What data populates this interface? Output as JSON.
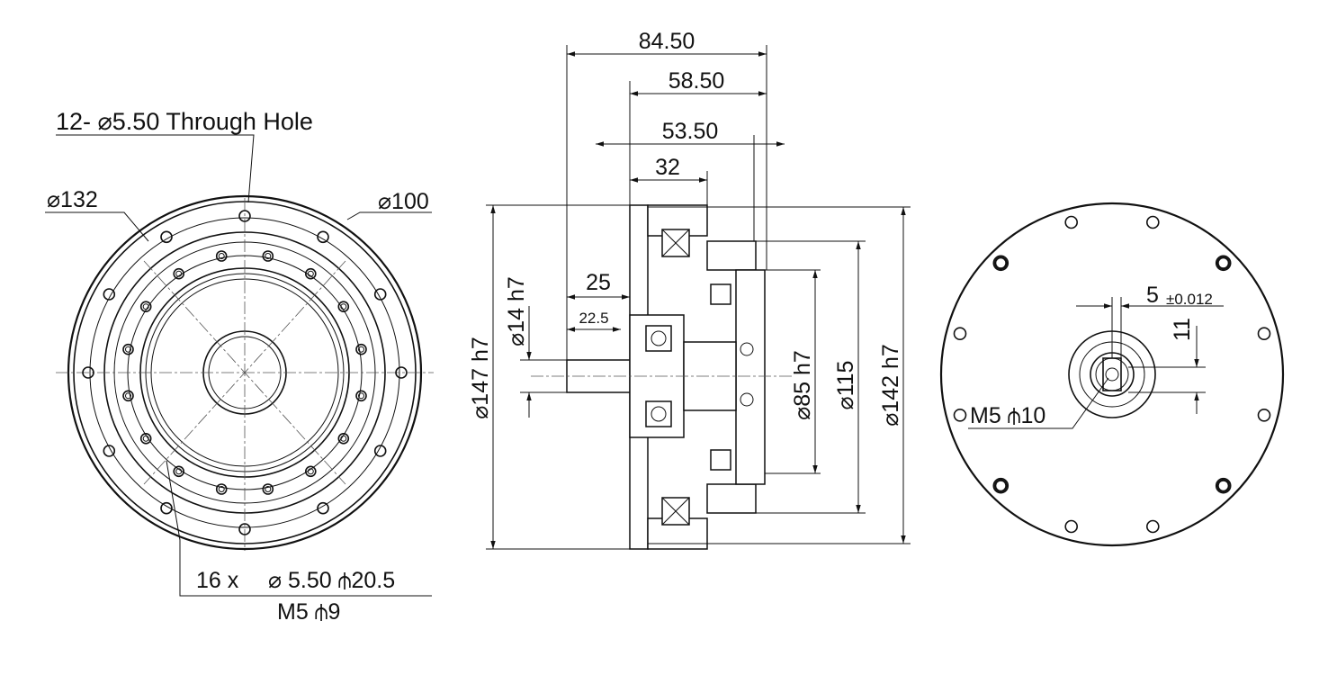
{
  "front_view": {
    "through_hole_note": "12- ⌀5.50 Through Hole",
    "dia_132": "⌀132",
    "dia_100": "⌀100",
    "thread_count": "16 x",
    "hole_spec": "⌀ 5.50  ⫛20.5",
    "thread_spec": "M5  ⫛9"
  },
  "section_view": {
    "dim_84_50": "84.50",
    "dim_58_50": "58.50",
    "dim_53_50": "53.50",
    "dim_32": "32",
    "dim_25": "25",
    "dim_22_5": "22.5",
    "dia_14": "⌀14 h7",
    "dia_147": "⌀147 h7",
    "dia_85": "⌀85 h7",
    "dia_115": "⌀115",
    "dia_142": "⌀142 h7"
  },
  "rear_view": {
    "key_width": "5",
    "key_tolerance": "±0.012",
    "key_height": "11",
    "tap_spec": "M5  ⫛10"
  }
}
